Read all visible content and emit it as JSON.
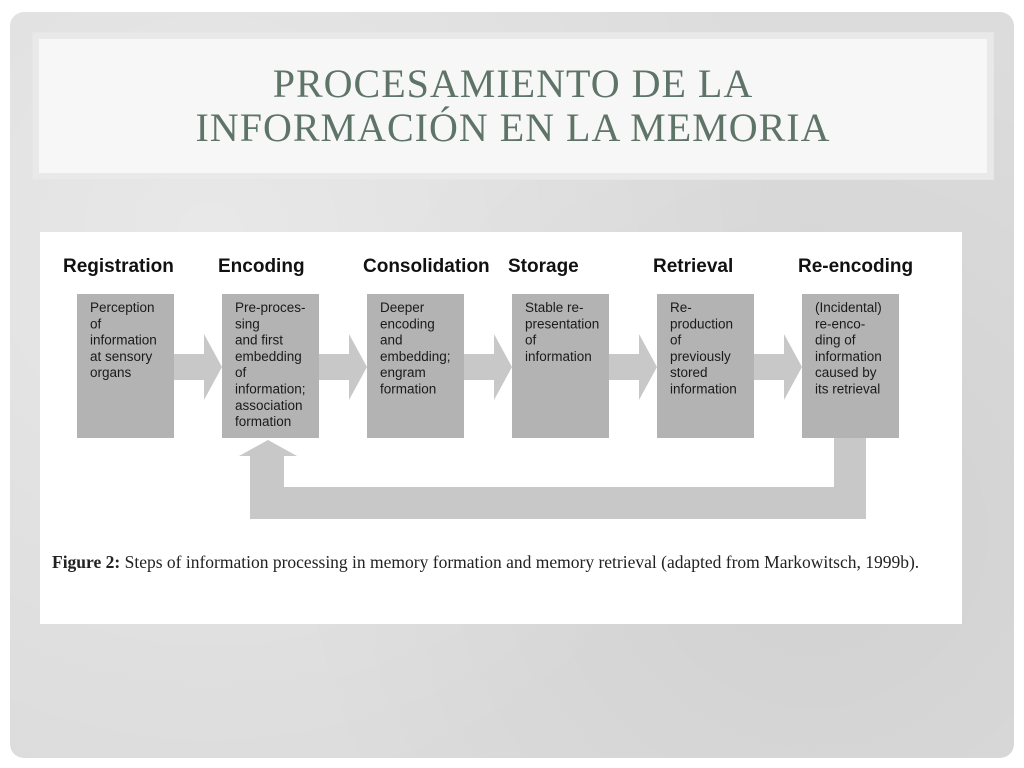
{
  "slide": {
    "title_lines": [
      "PROCESAMIENTO DE LA",
      "INFORMACIÓN EN LA MEMORIA"
    ]
  },
  "figure": {
    "steps": [
      {
        "header": "Registration",
        "lines": [
          "Perception",
          "of",
          "information",
          "at sensory",
          "organs"
        ]
      },
      {
        "header": "Encoding",
        "lines": [
          "Pre-proces-",
          "sing",
          "and first",
          "embedding",
          "of",
          "information;",
          "association",
          "formation"
        ]
      },
      {
        "header": "Consolidation",
        "lines": [
          "Deeper",
          "encoding",
          "and",
          "embedding;",
          "engram",
          "formation"
        ]
      },
      {
        "header": "Storage",
        "lines": [
          "Stable re-",
          "presentation",
          "of",
          "information"
        ]
      },
      {
        "header": "Retrieval",
        "lines": [
          "Re-",
          "production",
          "of",
          "previously",
          "stored",
          "information"
        ]
      },
      {
        "header": "Re-encoding",
        "lines": [
          "(Incidental)",
          "re-enco-",
          "ding of",
          "information",
          "caused by",
          "its retrieval"
        ]
      }
    ],
    "caption": {
      "label": "Figure 2:",
      "text": "Steps of information processing in memory formation and memory retrieval (adapted from Markowitsch, 1999b)."
    },
    "colors": {
      "box": "#b3b3b3",
      "arrow": "#c8c8c8",
      "header": "#111111",
      "box_text": "#1a1a1a"
    }
  }
}
